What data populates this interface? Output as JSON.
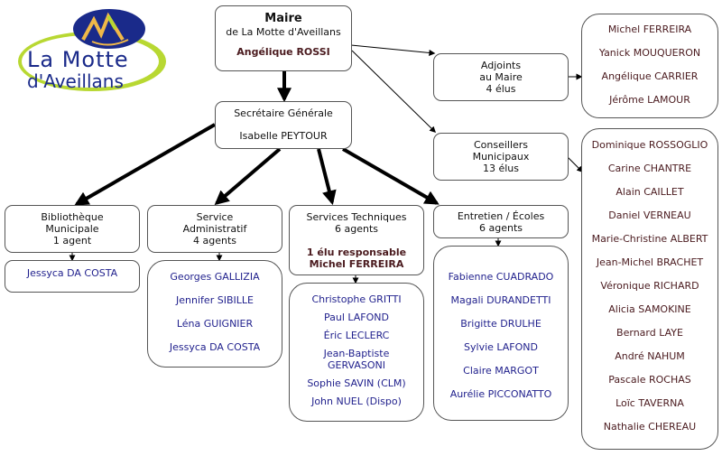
{
  "logo": {
    "monogram": "MA",
    "line1": "La Motte",
    "line2": "d'Aveillans",
    "colors": {
      "blue": "#1a2a8a",
      "green": "#b8d832",
      "orange": "#f0b848"
    }
  },
  "maire": {
    "title": "Maire",
    "subtitle": "de La Motte d'Aveillans",
    "name": "Angélique ROSSI"
  },
  "secretaire": {
    "title": "Secrétaire Générale",
    "name": "Isabelle PEYTOUR"
  },
  "adjoints": {
    "lines": [
      "Adjoints",
      "au Maire",
      "4 élus"
    ],
    "members": [
      "Michel FERREIRA",
      "Yanick MOUQUERON",
      "Angélique CARRIER",
      "Jérôme LAMOUR"
    ]
  },
  "conseillers": {
    "lines": [
      "Conseillers",
      "Municipaux",
      "13 élus"
    ],
    "members": [
      "Dominique ROSSOGLIO",
      "Carine CHANTRE",
      "Alain CAILLET",
      "Daniel VERNEAU",
      "Marie-Christine ALBERT",
      "Jean-Michel BRACHET",
      "Véronique RICHARD",
      "Alicia SAMOKINE",
      "Bernard LAYE",
      "André NAHUM",
      "Pascale ROCHAS",
      "Loïc TAVERNA",
      "Nathalie CHEREAU"
    ]
  },
  "services": [
    {
      "lines": [
        "Bibliothèque",
        "Municipale",
        "1 agent"
      ],
      "members": [
        "Jessyca DA COSTA"
      ]
    },
    {
      "lines": [
        "Service",
        "Administratif",
        "4 agents"
      ],
      "members": [
        "Georges GALLIZIA",
        "Jennifer SIBILLE",
        "Léna GUIGNIER",
        "Jessyca DA COSTA"
      ]
    },
    {
      "lines": [
        "Services Techniques",
        "6 agents"
      ],
      "responsible": [
        "1 élu responsable",
        "Michel FERREIRA"
      ],
      "members": [
        "Christophe GRITTI",
        "Paul LAFOND",
        "Éric LECLERC",
        "Jean-Baptiste",
        "GERVASONI",
        "Sophie SAVIN (CLM)",
        "John NUEL (Dispo)"
      ]
    },
    {
      "lines": [
        "Entretien / Écoles",
        "6 agents"
      ],
      "members": [
        "Fabienne CUADRADO",
        "Magali DURANDETTI",
        "Brigitte DRULHE",
        "Sylvie LAFOND",
        "Claire MARGOT",
        "Aurélie PICCONATTO"
      ]
    }
  ],
  "colors": {
    "elected": "#4a1a1e",
    "agents": "#1f1f8c",
    "border": "#555555"
  }
}
